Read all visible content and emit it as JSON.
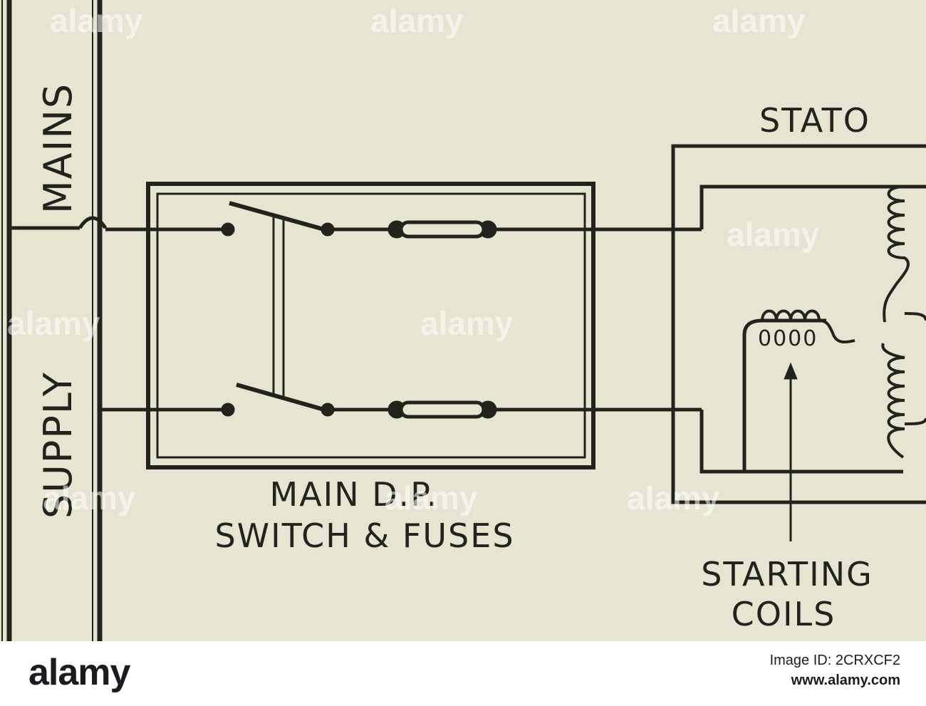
{
  "diagram": {
    "labels": {
      "supply": "SUPPLY",
      "mains": "MAINS",
      "switch_line1": "MAIN D.P.",
      "switch_line2": "SWITCH & FUSES",
      "stator": "STATO",
      "starting_line1": "STARTING",
      "starting_line2": "COILS",
      "coil_marking": "0000"
    },
    "colors": {
      "paper": "#e6e5d1",
      "ink": "#23231d"
    }
  },
  "watermark": {
    "text": "alamy",
    "repeats": 9
  },
  "footer": {
    "logo_text": "alamy",
    "image_id_label": "Image ID:",
    "image_id": "2CRXCF2",
    "site": "www.alamy.com"
  }
}
